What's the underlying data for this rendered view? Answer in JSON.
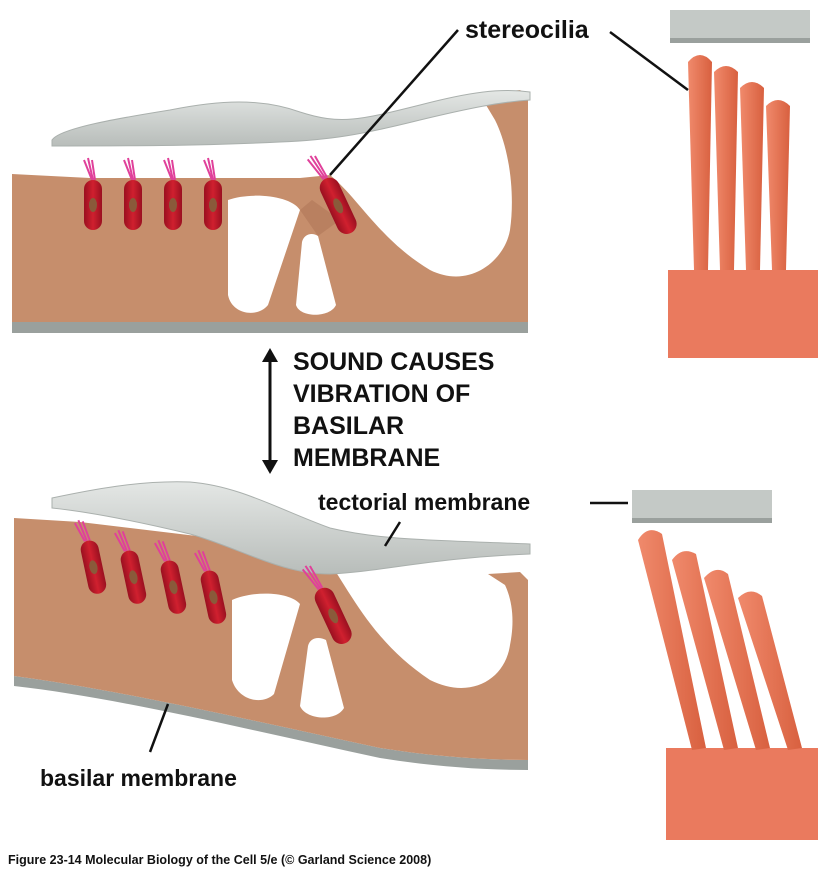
{
  "labels": {
    "stereocilia": "stereocilia",
    "tectorial_membrane": "tectorial membrane",
    "basilar_membrane": "basilar membrane",
    "sound_line1": "SOUND CAUSES",
    "sound_line2": "VIBRATION OF",
    "sound_line3": "BASILAR",
    "sound_line4": "MEMBRANE"
  },
  "caption": "Figure 23-14  Molecular Biology of the Cell 5/e (© Garland Science 2008)",
  "colors": {
    "tissue": "#c68e6c",
    "tissue_dark": "#b07a58",
    "tectorial": "#c4c9c6",
    "tectorial_highlight": "#e2e5e3",
    "basilar": "#9aa09d",
    "hair_cell": "#c4182a",
    "hair_cell_dark": "#8e0f1c",
    "nucleus": "#8a5a3a",
    "stereocilia_tuft": "#e0409a",
    "cilium": "#ec7a5c",
    "cilium_dark": "#d9644a",
    "cell_body": "#ea7a5e",
    "plate": "#c4c9c6",
    "line": "#111111"
  }
}
